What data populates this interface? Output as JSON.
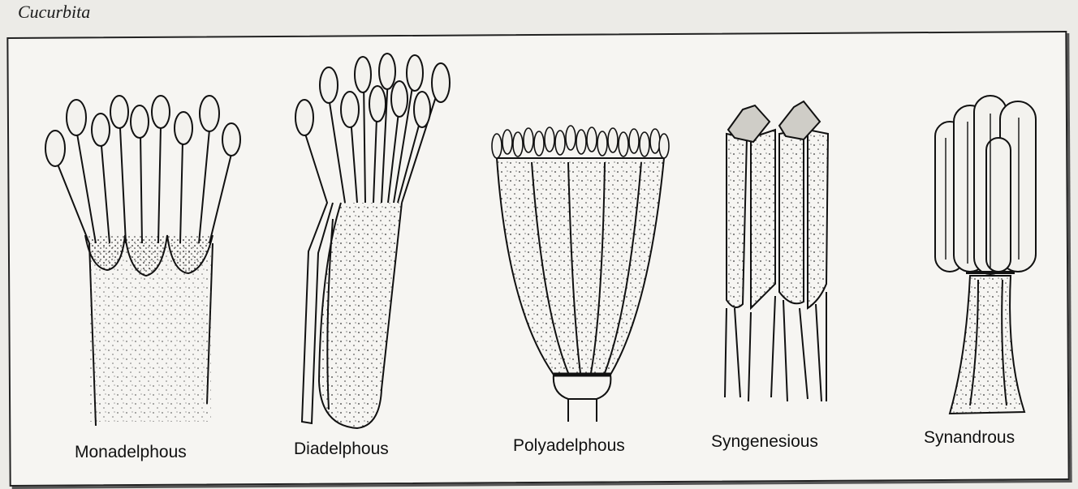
{
  "caption": "Cucurbita",
  "figures": [
    {
      "id": "monadelphous",
      "label": "Monadelphous"
    },
    {
      "id": "diadelphous",
      "label": "Diadelphous"
    },
    {
      "id": "polyadelphous",
      "label": "Polyadelphous"
    },
    {
      "id": "syngenesious",
      "label": "Syngenesious"
    },
    {
      "id": "synandrous",
      "label": "Synandrous"
    }
  ],
  "colors": {
    "ink": "#111111",
    "paper": "#f6f5f2",
    "stipple": "#333333"
  }
}
